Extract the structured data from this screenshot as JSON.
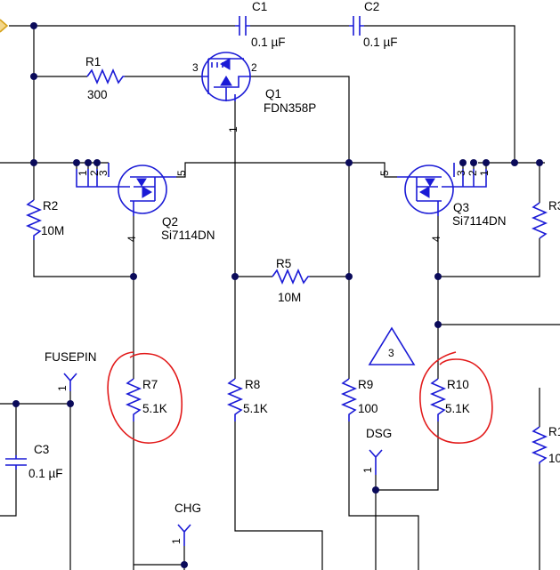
{
  "capacitors": {
    "c1": {
      "ref": "C1",
      "value": "0.1 µF"
    },
    "c2": {
      "ref": "C2",
      "value": "0.1 µF"
    },
    "c3": {
      "ref": "C3",
      "value": "0.1 µF"
    }
  },
  "resistors": {
    "r1": {
      "ref": "R1",
      "value": "300"
    },
    "r2": {
      "ref": "R2",
      "value": "10M"
    },
    "r3": {
      "ref": "R3"
    },
    "r5": {
      "ref": "R5",
      "value": "10M"
    },
    "r7": {
      "ref": "R7",
      "value": "5.1K"
    },
    "r8": {
      "ref": "R8",
      "value": "5.1K"
    },
    "r9": {
      "ref": "R9",
      "value": "100"
    },
    "r10": {
      "ref": "R10",
      "value": "5.1K"
    },
    "r11": {
      "ref": "R1",
      "value": "10"
    }
  },
  "transistors": {
    "q1": {
      "ref": "Q1",
      "part": "FDN358P",
      "pins": [
        "3",
        "2",
        "1"
      ]
    },
    "q2": {
      "ref": "Q2",
      "part": "Si7114DN",
      "pins": [
        "1",
        "2",
        "3",
        "5",
        "4"
      ]
    },
    "q3": {
      "ref": "Q3",
      "part": "Si7114DN",
      "pins": [
        "5",
        "3",
        "2",
        "1",
        "4"
      ]
    }
  },
  "nets": {
    "fusepin": {
      "label": "FUSEPIN",
      "pin": "1"
    },
    "chg": {
      "label": "CHG",
      "pin": "1"
    },
    "dsg": {
      "label": "DSG",
      "pin": "1"
    }
  },
  "marker": {
    "number": "3"
  },
  "colors": {
    "wire": "#000000",
    "component": "#1a1ad6",
    "annotation": "#e21a1a",
    "junction": "#0a0a5a"
  }
}
